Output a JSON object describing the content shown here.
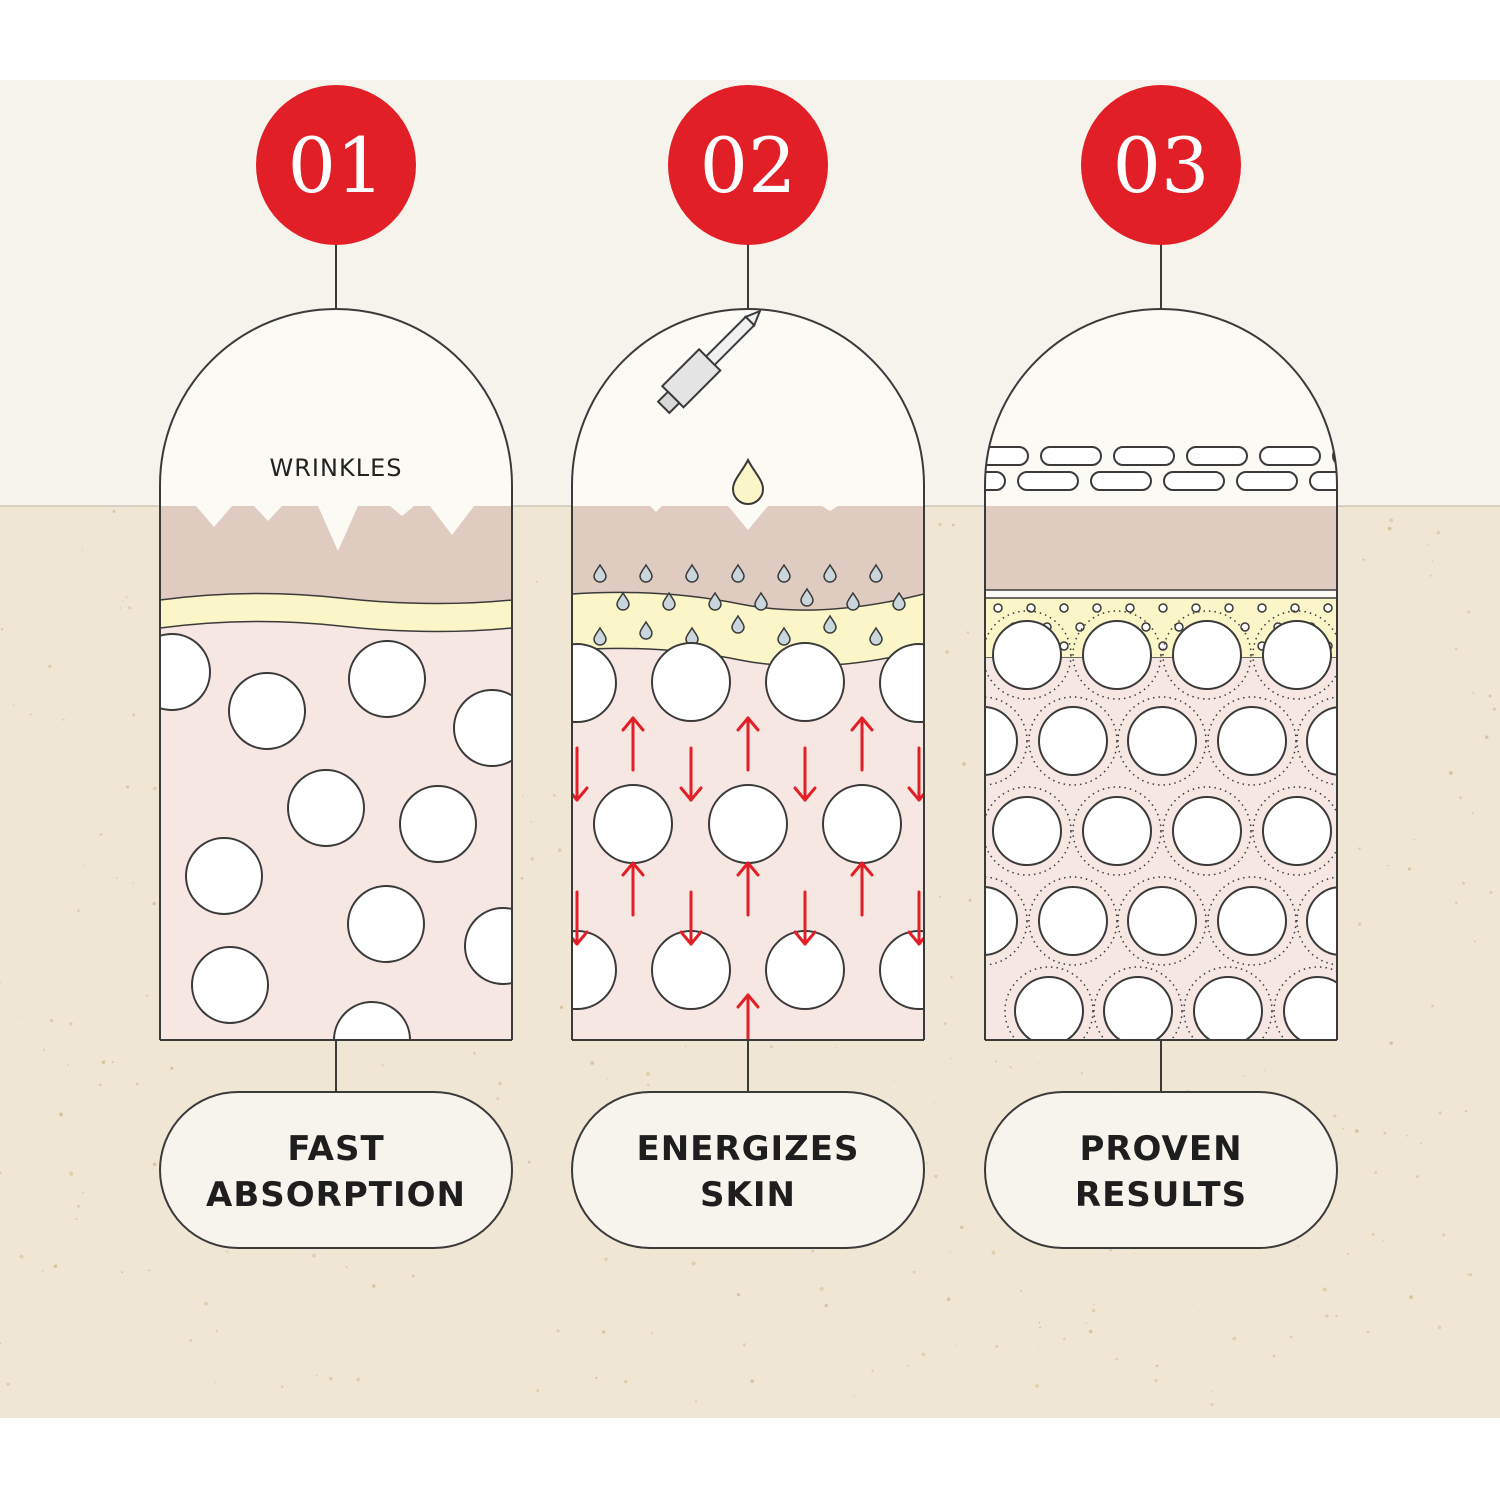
{
  "steps": [
    {
      "number": "01",
      "label_line1": "FAST",
      "label_line2": "ABSORPTION",
      "annotation": "WRINKLES"
    },
    {
      "number": "02",
      "label_line1": "ENERGIZES",
      "label_line2": "SKIN"
    },
    {
      "number": "03",
      "label_line1": "PROVEN",
      "label_line2": "RESULTS"
    }
  ],
  "colors": {
    "badge_red": "#e21f26",
    "top_background": "#f5f3ec",
    "bottom_background": "#efe6d3",
    "epidermis": "#e0cbc1",
    "fat_layer": "#fbf6c7",
    "dermis": "#f7e7e3",
    "arrow_red": "#e21f26",
    "outline": "#3a3a3a"
  },
  "icons": [
    "dropper-icon",
    "droplet-icon",
    "arrow-up-icon",
    "arrow-down-icon"
  ]
}
